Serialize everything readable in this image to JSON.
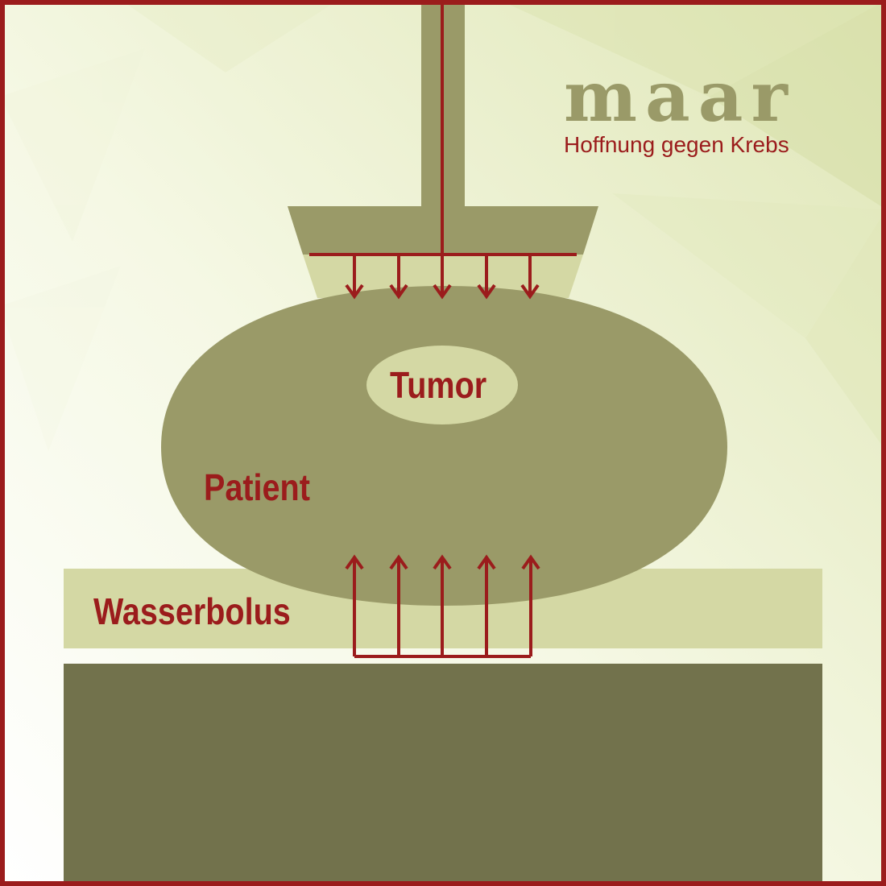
{
  "logo": {
    "wordmark": "maar",
    "tagline": "Hoffnung gegen Krebs"
  },
  "labels": {
    "tumor": "Tumor",
    "patient": "Patient",
    "water_bolus": "Wasserbolus"
  },
  "colors": {
    "frame": "#9b1c1c",
    "arrows": "#9b1c1c",
    "applicator": "#9a9a68",
    "applicator_light": "#d4d8a4",
    "patient_body": "#9a9a68",
    "tumor": "#d4d8a4",
    "water_bolus": "#d4d8a4",
    "table": "#72724c",
    "background_light": "#f7f9e6",
    "background_tint": "#e2e8b8"
  }
}
